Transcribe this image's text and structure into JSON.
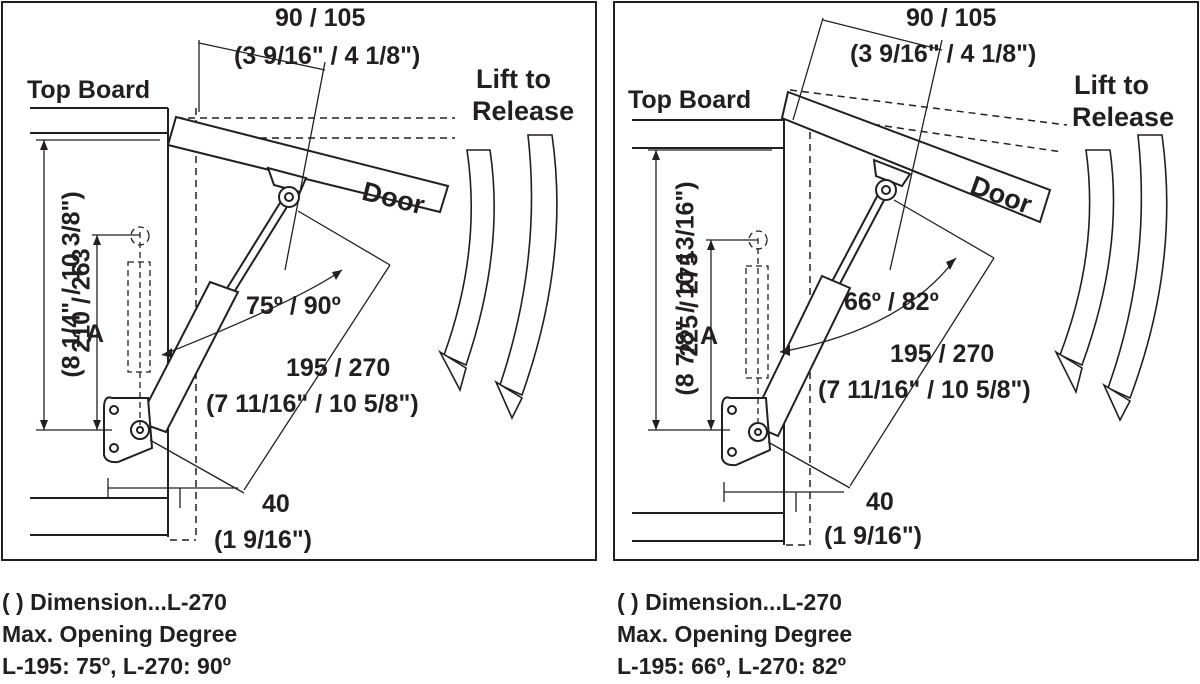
{
  "left": {
    "top_width": "90 / 105",
    "top_width_in": "(3 9/16\" / 4 1/8\")",
    "top_board": "Top Board",
    "lift": "Lift to",
    "release": "Release",
    "door": "Door",
    "height_mm": "210 / 263",
    "height_in": "(8 1/4\" / 10 3/8\")",
    "a_label": "A",
    "angle": "75º / 90º",
    "length_mm": "195 / 270",
    "length_in": "(7 11/16\" / 10 5/8\")",
    "offset_mm": "40",
    "offset_in": "(1 9/16\")"
  },
  "right": {
    "top_width": "90 / 105",
    "top_width_in": "(3 9/16\" / 4 1/8\")",
    "top_board": "Top Board",
    "lift": "Lift to",
    "release": "Release",
    "door": "Door",
    "height_mm": "225 / 275",
    "height_in": "(8 7/8\" / 10 13/16\")",
    "a_label": "A",
    "angle": "66º / 82º",
    "length_mm": "195 / 270",
    "length_in": "(7 11/16\" / 10 5/8\")",
    "offset_mm": "40",
    "offset_in": "(1 9/16\")"
  },
  "captions": {
    "left": [
      "( ) Dimension...L-270",
      "Max. Opening Degree",
      "L-195: 75º, L-270: 90º"
    ],
    "right": [
      "( ) Dimension...L-270",
      "Max. Opening Degree",
      "L-195: 66º, L-270: 82º"
    ]
  }
}
